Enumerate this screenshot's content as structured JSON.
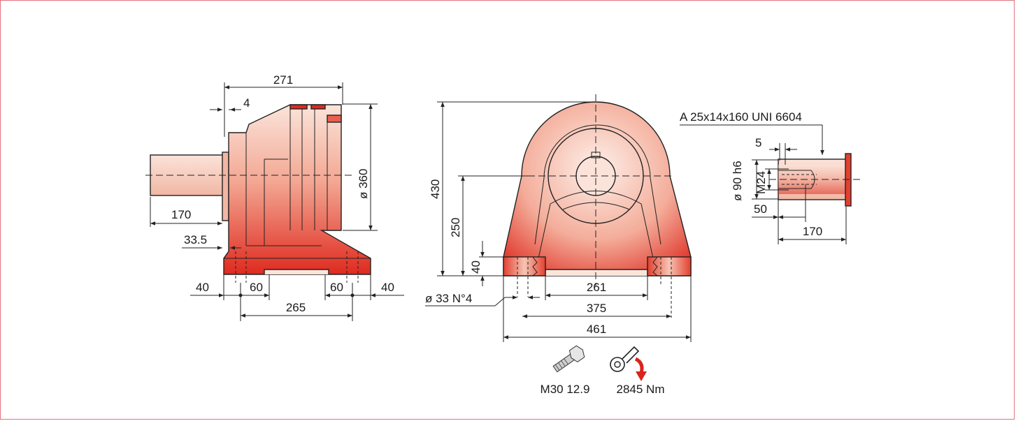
{
  "colors": {
    "body_dark": "#df2a1f",
    "body_light": "#fbe3d9",
    "frame_border": "#e2737d",
    "arrow": "#d8241c"
  },
  "side_view": {
    "dim_271": "271",
    "dim_4": "4",
    "dim_360": "ø 360",
    "dim_170": "170",
    "dim_33_5": "33.5",
    "dim_40_left": "40",
    "dim_60_left": "60",
    "dim_60_right": "60",
    "dim_40_right": "40",
    "dim_265": "265"
  },
  "front_view": {
    "dim_430": "430",
    "dim_250": "250",
    "dim_40": "40",
    "dim_261": "261",
    "dim_375": "375",
    "dim_461": "461",
    "hole_spec": "ø 33 N°4"
  },
  "shaft_view": {
    "key_spec": "A 25x14x160 UNI 6604",
    "dim_5": "5",
    "dim_90": "ø 90 h6",
    "dim_m24": "M24",
    "dim_50": "50",
    "dim_170": "170"
  },
  "fastening": {
    "bolt_icon": "bolt",
    "wrench_icon": "torque-wrench",
    "bolt_label": "M30 12.9",
    "torque_label": "2845 Nm"
  }
}
